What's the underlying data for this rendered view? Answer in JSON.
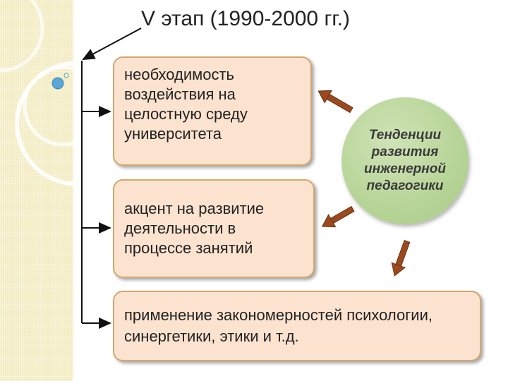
{
  "title": "V этап (1990-2000 гг.)",
  "boxes": {
    "need_influence": "необходимость воздействия на целостную среду университета",
    "activity_accent": "акцент на развитие деятельности в процессе занятий",
    "application": "применение закономерностей психологии, синергетики, этики и т.д."
  },
  "center_node": "Тенденции развития инженерной педагогики",
  "colors": {
    "box_fill": "#fbe3cf",
    "box_border": "#d4a76f",
    "circle_fill": "#b7d497",
    "arrow_fill": "#9a4a1e",
    "left_band": "#f2ebbf"
  }
}
